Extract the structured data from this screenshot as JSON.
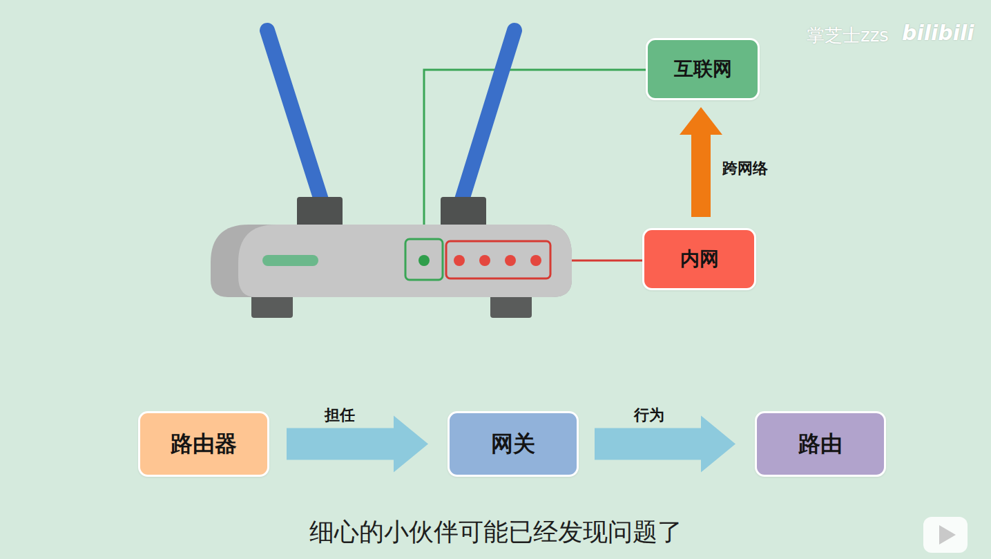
{
  "diagram": {
    "caption": "细心的小伙伴可能已经发现问题了",
    "nodes": [
      {
        "text": [
          "互联网"
        ]
      },
      {
        "text": [
          "内网"
        ]
      },
      {
        "text": [
          "路由器"
        ]
      },
      {
        "text": [
          "网关"
        ]
      },
      {
        "text": [
          "路由"
        ]
      }
    ],
    "edges": [
      {
        "from": 1,
        "to": 0,
        "label": "跨网络",
        "arrow": "to"
      },
      {
        "from": 2,
        "to": 3,
        "label": "担任",
        "arrow": "to"
      },
      {
        "from": 3,
        "to": 4,
        "label": "行为",
        "arrow": "to"
      }
    ],
    "labels": [
      "掌芝士zzs",
      "bilibili"
    ]
  }
}
